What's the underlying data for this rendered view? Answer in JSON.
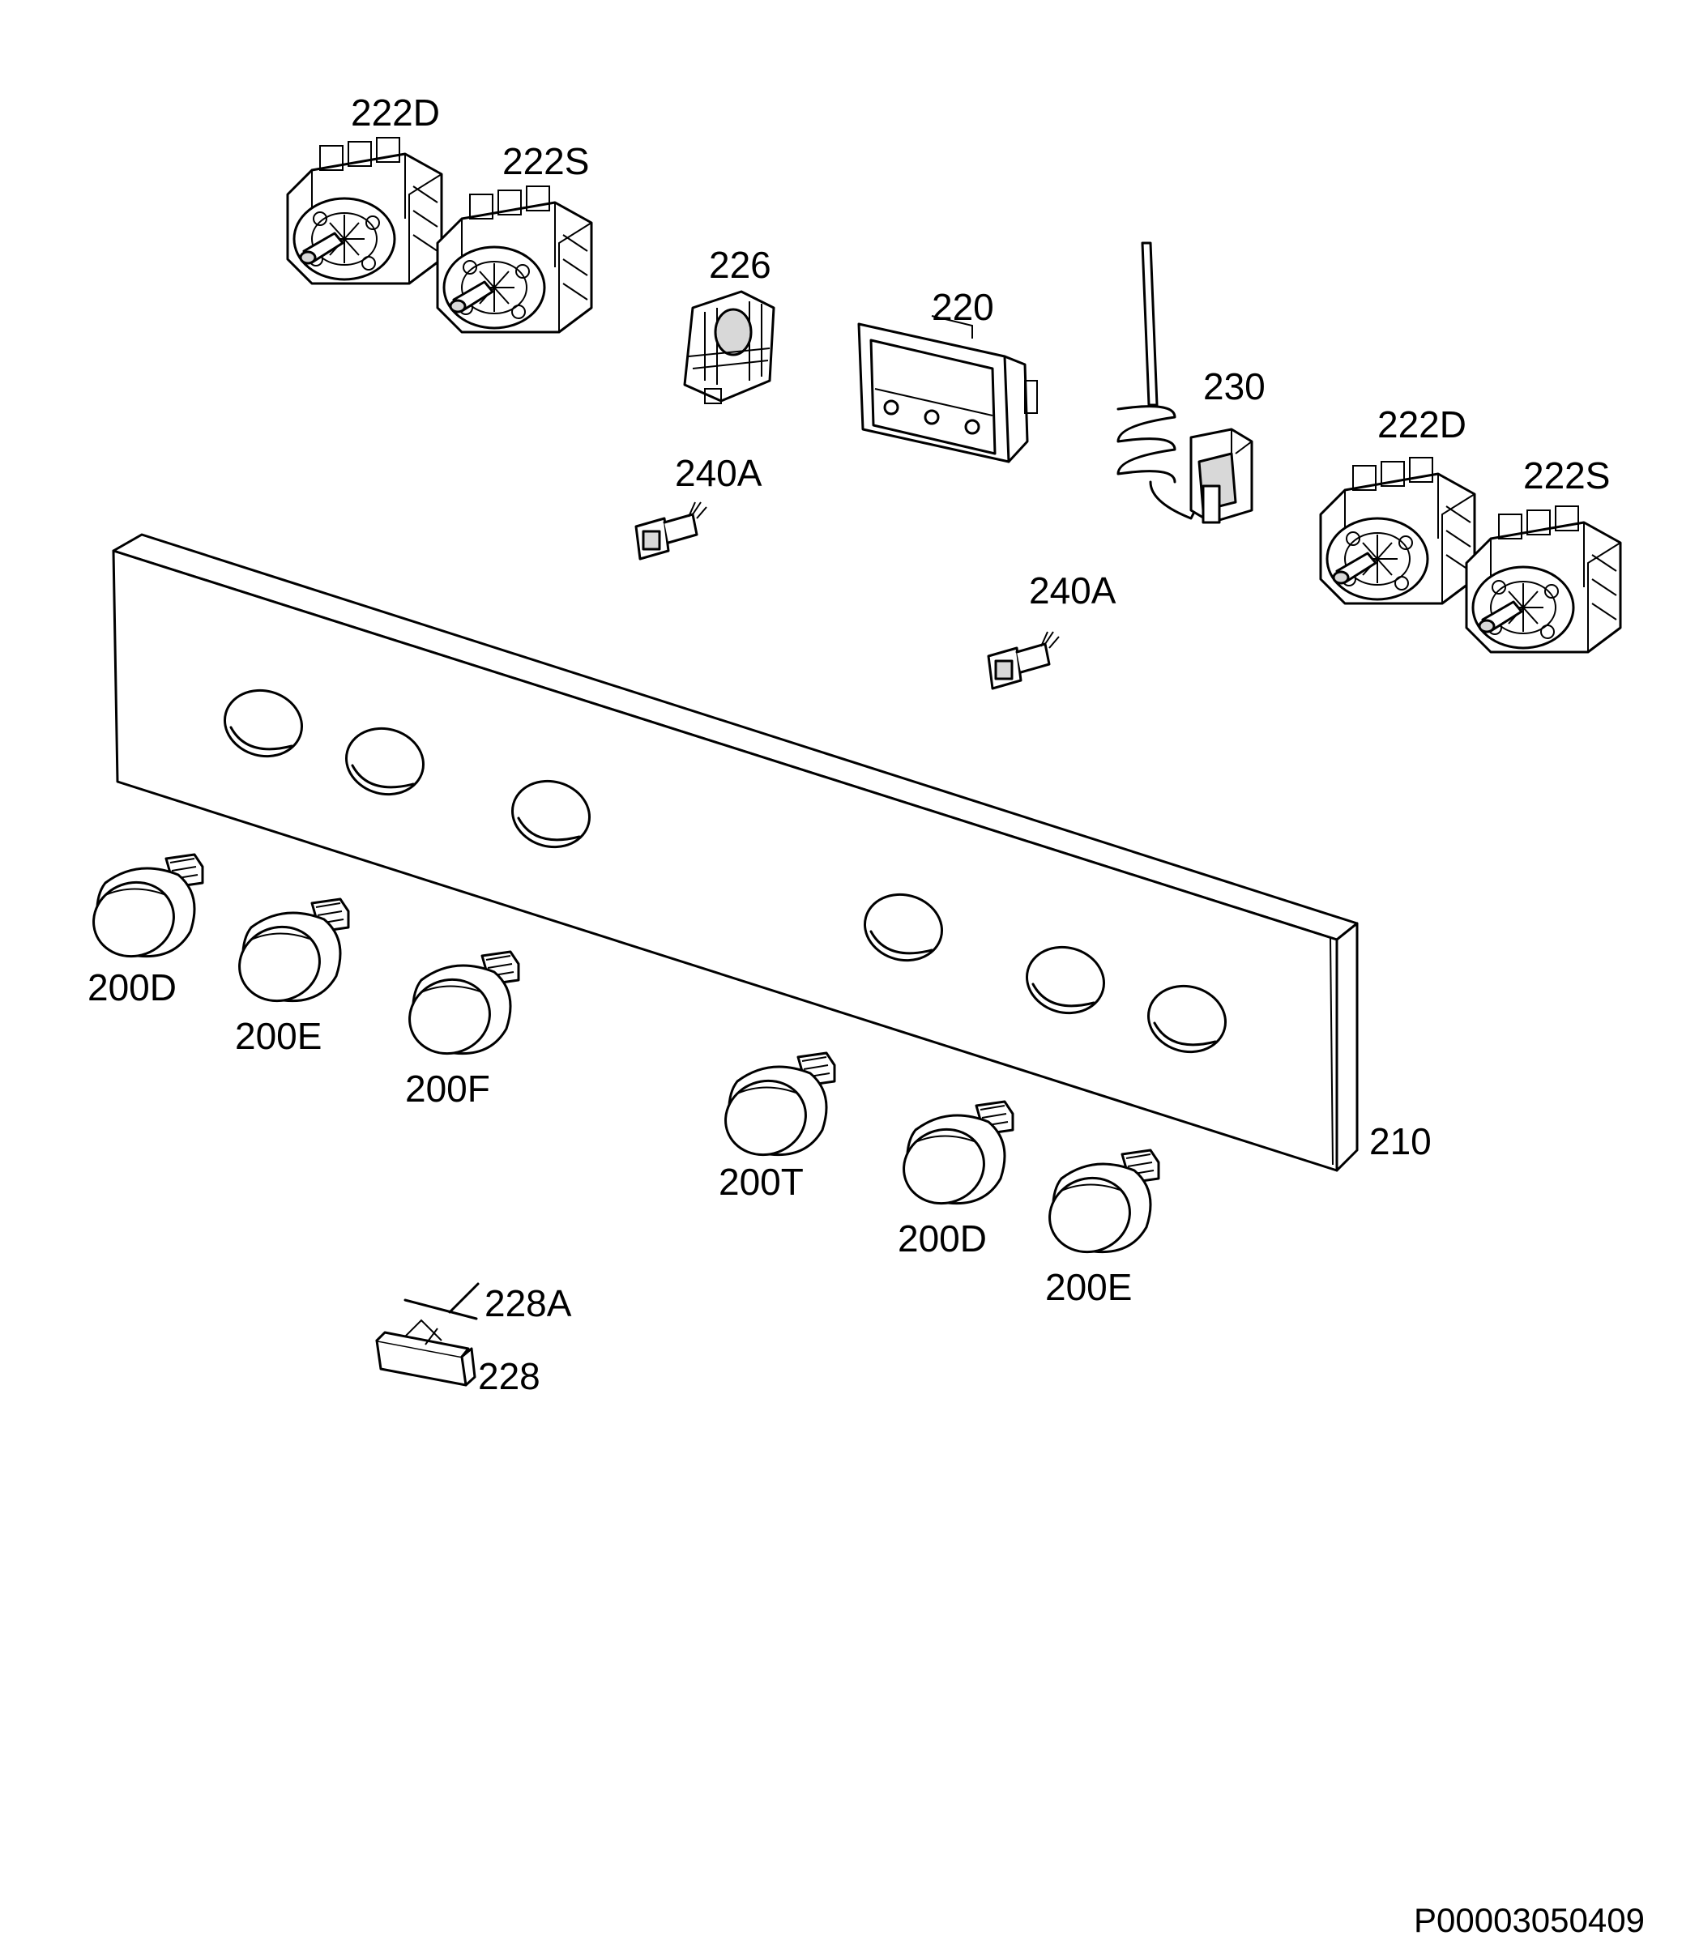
{
  "labels": {
    "switch_top_left_d": "222D",
    "switch_top_left_s": "222S",
    "switch_right_d": "222D",
    "switch_right_s": "222S",
    "terminal_block": "226",
    "display_housing": "220",
    "thermostat": "230",
    "lamp_left": "240A",
    "lamp_right": "240A",
    "panel": "210",
    "knob_1": "200D",
    "knob_2": "200E",
    "knob_3": "200F",
    "knob_4": "200T",
    "knob_5": "200D",
    "knob_6": "200E",
    "bracket_wire": "228A",
    "bracket": "228"
  },
  "document_code": "P00003050409",
  "colors": {
    "line": "#000000",
    "background": "#ffffff",
    "shade": "#d8d8d8"
  }
}
